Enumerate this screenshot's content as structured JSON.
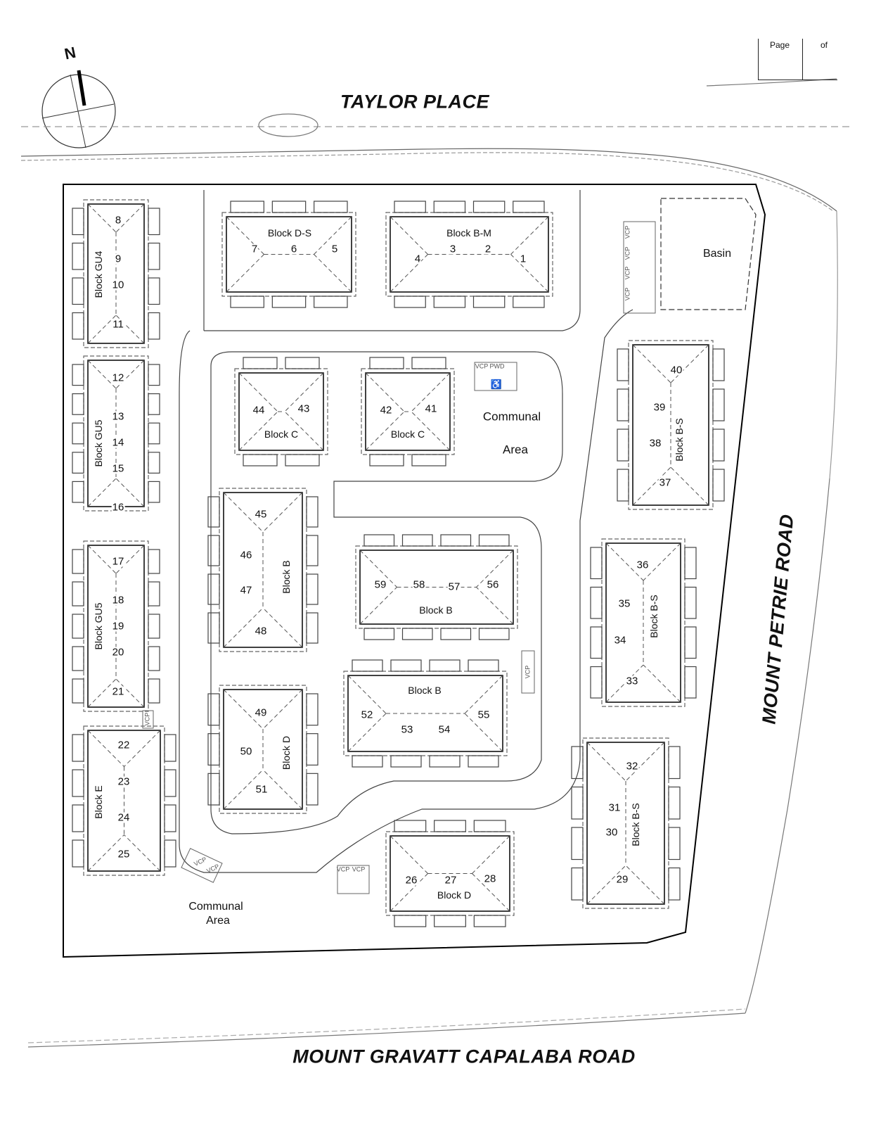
{
  "title_block": {
    "page_label": "Page",
    "of_label": "of"
  },
  "north_arrow": {
    "label": "N"
  },
  "roads": {
    "north": "TAYLOR PLACE",
    "east": "MOUNT PETRIE ROAD",
    "south": "MOUNT GRAVATT CAPALABA ROAD"
  },
  "areas": {
    "basin": "Basin",
    "communal_1": {
      "line1": "Communal",
      "line2": "Area"
    },
    "communal_2": {
      "line1": "Communal",
      "line2": "Area"
    }
  },
  "parking": {
    "visitor": "VCP",
    "pwd": "PWD"
  },
  "blocks": [
    {
      "name": "Block GU4",
      "units": [
        "8",
        "9",
        "10",
        "11"
      ]
    },
    {
      "name": "Block GU5",
      "units": [
        "12",
        "13",
        "14",
        "15",
        "16"
      ]
    },
    {
      "name": "Block GU5",
      "units": [
        "17",
        "18",
        "19",
        "20",
        "21"
      ]
    },
    {
      "name": "Block E",
      "units": [
        "22",
        "23",
        "24",
        "25"
      ]
    },
    {
      "name": "Block D-S",
      "units": [
        "7",
        "6",
        "5"
      ]
    },
    {
      "name": "Block B-M",
      "units": [
        "4",
        "3",
        "2",
        "1"
      ]
    },
    {
      "name": "Block C",
      "units": [
        "44",
        "43"
      ]
    },
    {
      "name": "Block C",
      "units": [
        "42",
        "41"
      ]
    },
    {
      "name": "Block B",
      "units": [
        "45",
        "46",
        "47",
        "48"
      ]
    },
    {
      "name": "Block D",
      "units": [
        "49",
        "50",
        "51"
      ]
    },
    {
      "name": "Block B",
      "units": [
        "59",
        "58",
        "57",
        "56"
      ]
    },
    {
      "name": "Block B",
      "units": [
        "52",
        "53",
        "54",
        "55"
      ]
    },
    {
      "name": "Block D",
      "units": [
        "26",
        "27",
        "28"
      ]
    },
    {
      "name": "Block B-S",
      "units": [
        "40",
        "39",
        "38",
        "37"
      ]
    },
    {
      "name": "Block B-S",
      "units": [
        "36",
        "35",
        "34",
        "33"
      ]
    },
    {
      "name": "Block B-S",
      "units": [
        "32",
        "31",
        "30",
        "29"
      ]
    }
  ]
}
